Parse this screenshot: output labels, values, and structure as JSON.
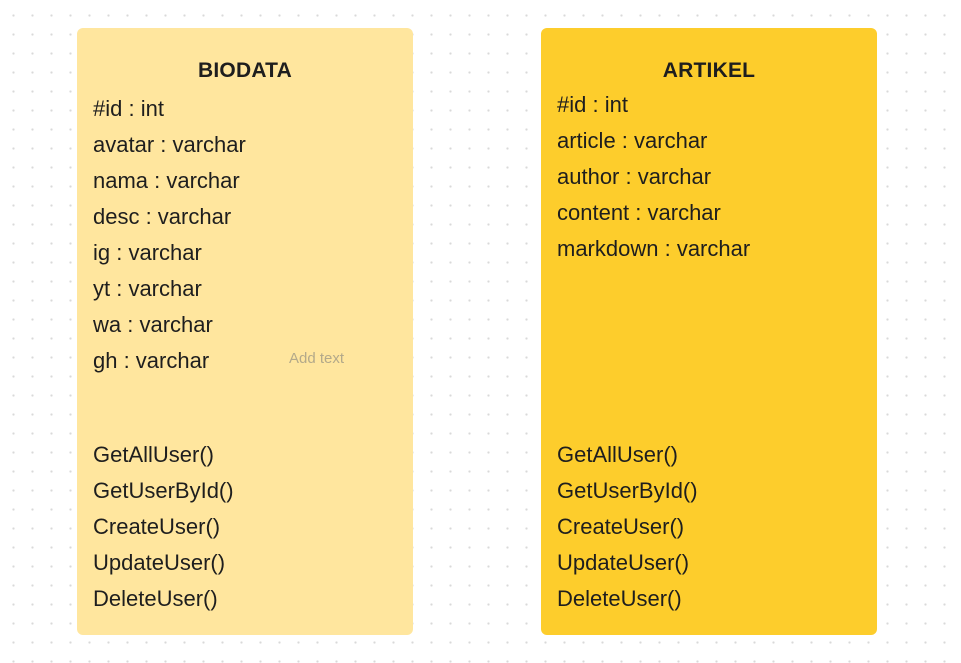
{
  "diagram": {
    "biodata": {
      "title": "BIODATA",
      "color": "#ffe69e",
      "fields": [
        "#id : int",
        "avatar : varchar",
        "nama : varchar",
        "desc : varchar",
        "ig : varchar",
        "yt : varchar",
        "wa : varchar",
        "gh : varchar"
      ],
      "methods": [
        "GetAllUser()",
        "GetUserById()",
        "CreateUser()",
        "UpdateUser()",
        "DeleteUser()"
      ]
    },
    "artikel": {
      "title": "ARTIKEL",
      "color": "#fdcd2c",
      "fields": [
        "#id : int",
        "article : varchar",
        "author : varchar",
        "content : varchar",
        "markdown : varchar"
      ],
      "methods": [
        "GetAllUser()",
        "GetUserById()",
        "CreateUser()",
        "UpdateUser()",
        "DeleteUser()"
      ]
    },
    "add_text_hint": "Add text"
  }
}
